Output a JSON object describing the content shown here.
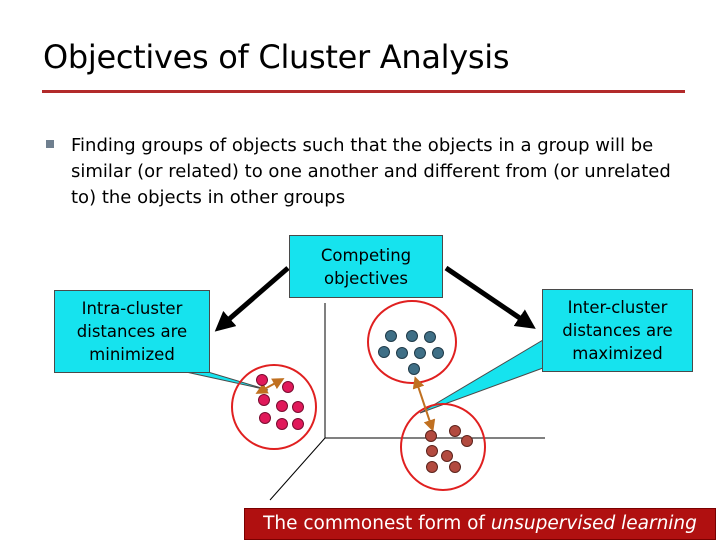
{
  "slide": {
    "title": "Objectives of Cluster Analysis",
    "bullet": "Finding groups of objects such that the objects in a group will be similar (or related) to one another and different from (or unrelated to) the objects in other groups",
    "callouts": {
      "competing": [
        "Competing",
        "objectives"
      ],
      "intra": [
        "Intra-cluster",
        "distances are",
        "minimized"
      ],
      "inter": [
        "Inter-cluster",
        "distances are",
        "maximized"
      ]
    },
    "footer": {
      "prefix": "The commonest form of ",
      "emphasis": "unsupervised learning"
    }
  },
  "colors": {
    "title_rule": "#b22a2a",
    "callout_fill": "#16e3ee",
    "cluster_ring": "#e02020",
    "pink_points": "#e0195a",
    "blue_points": "#3f6f86",
    "brown_points": "#b24a3f",
    "distance_arrow": "#c07020",
    "footer_fill": "#b01010"
  }
}
